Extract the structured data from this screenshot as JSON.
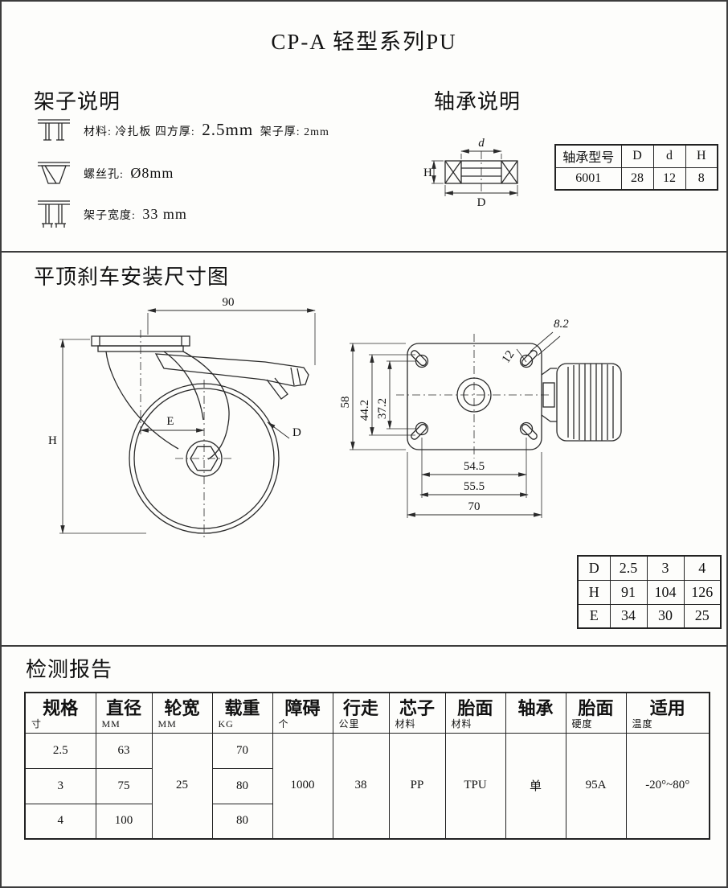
{
  "page": {
    "title": "CP-A  轻型系列PU"
  },
  "frame": {
    "title": "架子说明",
    "line1": {
      "label": "材料: 冷扎板  四方厚:",
      "value": "2.5mm",
      "extra": "架子厚: 2mm"
    },
    "line2": {
      "label": "螺丝孔:",
      "value": "Ø8mm"
    },
    "line3": {
      "label": "架子宽度:",
      "value": "33 mm"
    }
  },
  "bearing": {
    "title": "轴承说明",
    "dims": {
      "d": "d",
      "h": "H",
      "dd": "D"
    },
    "table": {
      "headers": [
        "轴承型号",
        "D",
        "d",
        "H"
      ],
      "row": [
        "6001",
        "28",
        "12",
        "8"
      ]
    }
  },
  "drawing": {
    "title": "平顶刹车安装尺寸图",
    "side": {
      "width": "90",
      "height": "H",
      "offset": "E",
      "diameter": "D"
    },
    "top": {
      "slot_width": "8.2",
      "slot_len": "12",
      "plate_h": "58",
      "hole_span_outer": "44.2",
      "hole_span": "37.2",
      "hole_w1": "54.5",
      "hole_w2": "55.5",
      "plate_w": "70"
    },
    "dhe_table": {
      "rows": [
        {
          "label": "D",
          "values": [
            "2.5",
            "3",
            "4"
          ]
        },
        {
          "label": "H",
          "values": [
            "91",
            "104",
            "126"
          ]
        },
        {
          "label": "E",
          "values": [
            "34",
            "30",
            "25"
          ]
        }
      ]
    }
  },
  "report": {
    "title": "检测报告",
    "headers": [
      {
        "main": "规格",
        "sub": "寸"
      },
      {
        "main": "直径",
        "sub": "MM"
      },
      {
        "main": "轮宽",
        "sub": "MM"
      },
      {
        "main": "载重",
        "sub": "KG"
      },
      {
        "main": "障碍",
        "sub": "个"
      },
      {
        "main": "行走",
        "sub": "公里"
      },
      {
        "main": "芯子",
        "sub": "材料"
      },
      {
        "main": "胎面",
        "sub": "材料"
      },
      {
        "main": "轴承",
        "sub": ""
      },
      {
        "main": "胎面",
        "sub": "硬度"
      },
      {
        "main": "适用",
        "sub": "温度"
      }
    ],
    "rows": [
      {
        "spec": "2.5",
        "diameter": "63",
        "load": "70"
      },
      {
        "spec": "3",
        "diameter": "75",
        "load": "80"
      },
      {
        "spec": "4",
        "diameter": "100",
        "load": "80"
      }
    ],
    "merged": {
      "wheel_width": "25",
      "obstacle": "1000",
      "distance": "38",
      "core": "PP",
      "tread": "TPU",
      "bearing": "单",
      "hardness": "95A",
      "temperature": "-20°~80°"
    }
  }
}
